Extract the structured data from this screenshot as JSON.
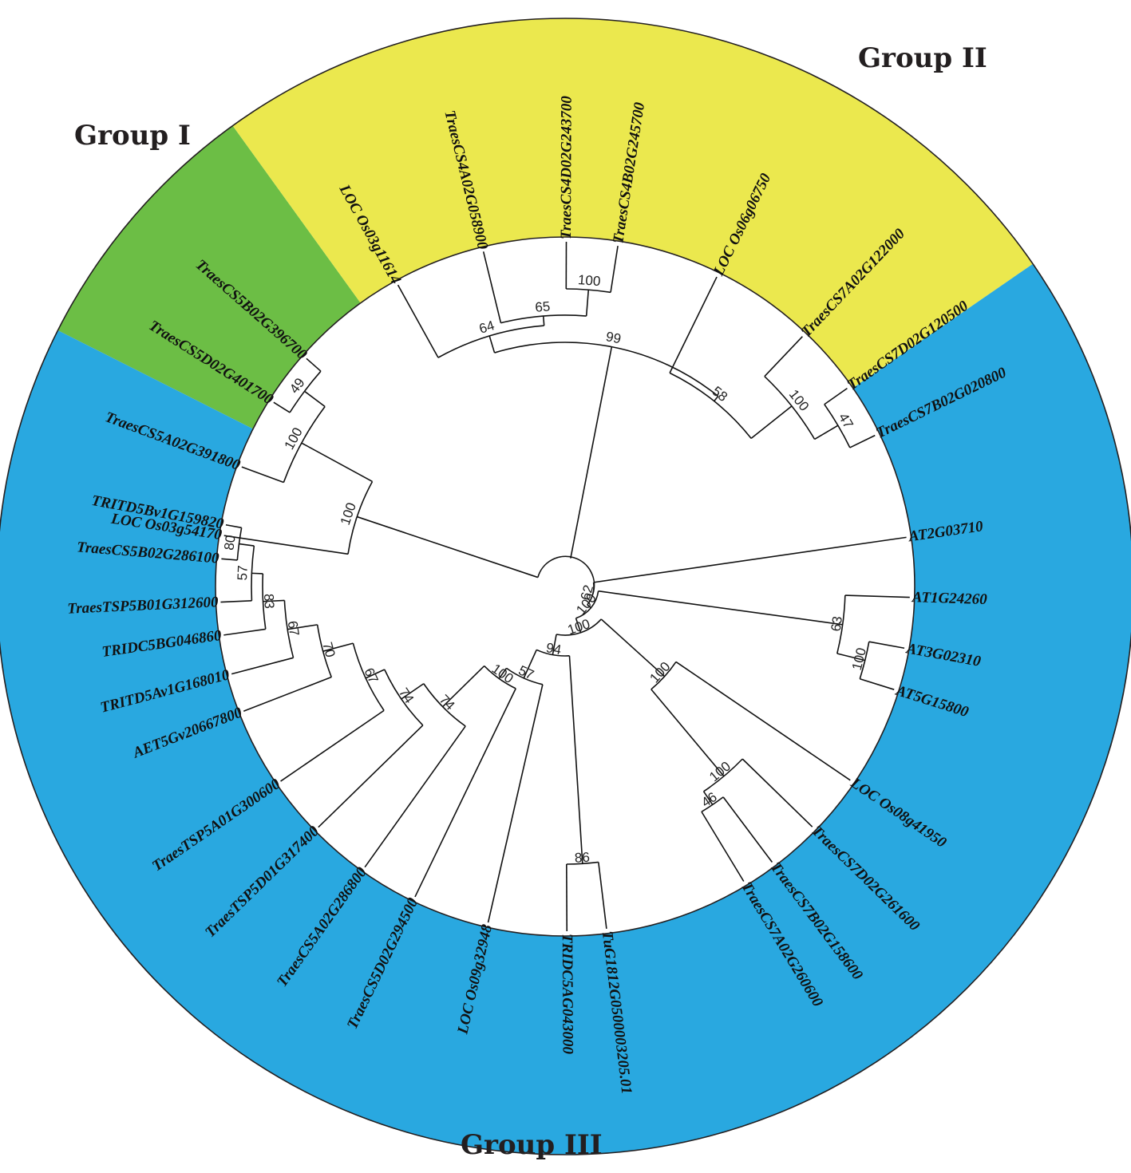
{
  "groups": [
    {
      "name": "Group I",
      "color": "#6cbe45",
      "leaves": [
        "LOC Os03g54170",
        "TraesCS5A02G391800",
        "TraesCS5D02G401700",
        "TraesCS5B02G396700"
      ]
    },
    {
      "name": "Group II",
      "color": "#ebe84e",
      "leaves": [
        "LOC Os03g11614",
        "TraesCS4A02G058900",
        "TraesCS4D02G243700",
        "TraesCS4B02G245700",
        "LOC Os06g06750",
        "TraesCS7A02G122000",
        "TraesCS7D02G120500",
        "TraesCS7B02G020800"
      ]
    },
    {
      "name": "Group III",
      "color": "#29a8e0",
      "leaves": [
        "AT2G03710",
        "AT1G24260",
        "AT3G02310",
        "AT5G15800",
        "LOC Os08g41950",
        "TraesCS7D02G261600",
        "TraesCS7B02G158600",
        "TraesCS7A02G260600",
        "TuG1812G0500003205.01",
        "TRIDC5AG043000",
        "LOC Os09g32948",
        "TraesCS5D02G294500",
        "TraesCS5A02G286800",
        "TraesTSP5D01G317400",
        "TraesTSP5A01G300600",
        "AET5Gv20667800",
        "TRITD5Av1G168010",
        "TRIDC5BG046860",
        "TraesTSP5B01G312600",
        "TraesCS5B02G286100",
        "TRITD5Bv1G159820"
      ]
    }
  ],
  "tree": {
    "leaves": [
      {
        "id": "A",
        "label": "TRITD5Bv1G159820"
      },
      {
        "id": "B",
        "label": "TraesCS5B02G286100"
      },
      {
        "id": "C",
        "label": "TraesTSP5B01G312600"
      },
      {
        "id": "D",
        "label": "TRIDC5BG046860"
      },
      {
        "id": "E",
        "label": "TRITD5Av1G168010"
      },
      {
        "id": "F",
        "label": "AET5Gv20667800"
      },
      {
        "id": "G",
        "label": "TraesTSP5A01G300600"
      },
      {
        "id": "H",
        "label": "TraesTSP5D01G317400"
      },
      {
        "id": "I",
        "label": "TraesCS5A02G286800"
      },
      {
        "id": "J",
        "label": "TraesCS5D02G294500"
      },
      {
        "id": "K",
        "label": "LOC Os09g32948"
      },
      {
        "id": "L",
        "label": "TRIDC5AG043000"
      },
      {
        "id": "M",
        "label": "TuG1812G0500003205.01"
      },
      {
        "id": "N",
        "label": "TraesCS7A02G260600"
      },
      {
        "id": "O",
        "label": "TraesCS7B02G158600"
      },
      {
        "id": "P",
        "label": "TraesCS7D02G261600"
      },
      {
        "id": "Q",
        "label": "LOC Os08g41950"
      },
      {
        "id": "R",
        "label": "AT5G15800"
      },
      {
        "id": "S",
        "label": "AT3G02310"
      },
      {
        "id": "T",
        "label": "AT1G24260"
      },
      {
        "id": "U",
        "label": "AT2G03710"
      },
      {
        "id": "V",
        "label": "TraesCS7B02G020800"
      },
      {
        "id": "W",
        "label": "TraesCS7D02G120500"
      },
      {
        "id": "X",
        "label": "TraesCS7A02G122000"
      },
      {
        "id": "Y",
        "label": "LOC Os06g06750"
      },
      {
        "id": "Z",
        "label": "TraesCS4B02G245700"
      },
      {
        "id": "a",
        "label": "TraesCS4D02G243700"
      },
      {
        "id": "b",
        "label": "TraesCS4A02G058900"
      },
      {
        "id": "c",
        "label": "LOC Os03g11614"
      },
      {
        "id": "d",
        "label": "TraesCS5B02G396700"
      },
      {
        "id": "e",
        "label": "TraesCS5D02G401700"
      },
      {
        "id": "f",
        "label": "TraesCS5A02G391800"
      },
      {
        "id": "g",
        "label": "LOC Os03g54170"
      }
    ],
    "nodes": [
      {
        "id": "n80",
        "support": "80",
        "children": [
          "A",
          "B"
        ]
      },
      {
        "id": "n57a",
        "support": "57",
        "children": [
          "n80",
          "C"
        ]
      },
      {
        "id": "n83",
        "support": "83",
        "children": [
          "n57a",
          "D"
        ]
      },
      {
        "id": "n67a",
        "support": "67",
        "children": [
          "n83",
          "E"
        ]
      },
      {
        "id": "n70",
        "support": "70",
        "children": [
          "n67a",
          "F"
        ]
      },
      {
        "id": "n67b",
        "support": "67",
        "children": [
          "n70",
          "G"
        ]
      },
      {
        "id": "n74a",
        "support": "74",
        "children": [
          "n67b",
          "H"
        ]
      },
      {
        "id": "n74b",
        "support": "74",
        "children": [
          "n74a",
          "I"
        ]
      },
      {
        "id": "n100a",
        "support": "100",
        "children": [
          "n74b",
          "J"
        ]
      },
      {
        "id": "n57b",
        "support": "57",
        "children": [
          "n100a",
          "K"
        ]
      },
      {
        "id": "n86",
        "support": "86",
        "children": [
          "L",
          "M"
        ]
      },
      {
        "id": "n94",
        "support": "94",
        "children": [
          "n57b",
          "n86"
        ]
      },
      {
        "id": "n46",
        "support": "46",
        "children": [
          "N",
          "O"
        ]
      },
      {
        "id": "n100b",
        "support": "100",
        "children": [
          "n46",
          "P"
        ]
      },
      {
        "id": "n100c",
        "support": "100",
        "children": [
          "n100b",
          "Q"
        ]
      },
      {
        "id": "n100d",
        "support": "100",
        "children": [
          "n94",
          "n100c"
        ]
      },
      {
        "id": "n100e",
        "support": "100",
        "children": [
          "R",
          "S"
        ]
      },
      {
        "id": "n63",
        "support": "63",
        "children": [
          "n100e",
          "T"
        ]
      },
      {
        "id": "n100f",
        "support": "100",
        "children": [
          "n100d",
          "n63"
        ]
      },
      {
        "id": "n62",
        "support": "62",
        "children": [
          "n100f",
          "U"
        ]
      },
      {
        "id": "n47",
        "support": "47",
        "children": [
          "V",
          "W"
        ]
      },
      {
        "id": "n100g",
        "support": "100",
        "children": [
          "n47",
          "X"
        ]
      },
      {
        "id": "n58",
        "support": "58",
        "children": [
          "n100g",
          "Y"
        ]
      },
      {
        "id": "n100h",
        "support": "100",
        "children": [
          "Z",
          "a"
        ]
      },
      {
        "id": "n65",
        "support": "65",
        "children": [
          "n100h",
          "b"
        ]
      },
      {
        "id": "n64",
        "support": "64",
        "children": [
          "n65",
          "c"
        ]
      },
      {
        "id": "n99",
        "support": "99",
        "children": [
          "n58",
          "n64"
        ]
      },
      {
        "id": "n49",
        "support": "49",
        "children": [
          "d",
          "e"
        ]
      },
      {
        "id": "n100i",
        "support": "100",
        "children": [
          "n49",
          "f"
        ]
      },
      {
        "id": "n100j",
        "support": "100",
        "children": [
          "n100i",
          "g"
        ]
      },
      {
        "id": "root",
        "support": "",
        "children": [
          "n62",
          "n99",
          "n100j"
        ]
      }
    ]
  }
}
